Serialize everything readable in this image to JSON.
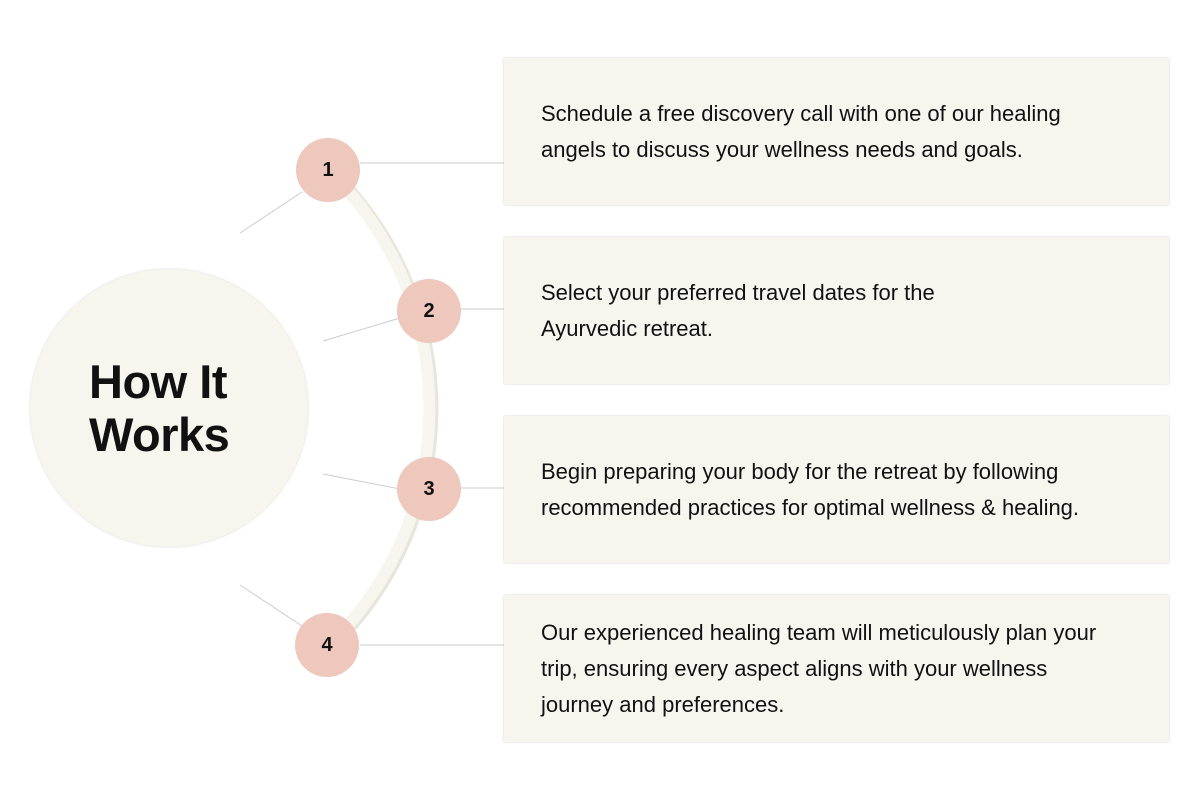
{
  "title": "How It Works",
  "colors": {
    "badge": "#eec7bd",
    "card_bg": "#f6f6ef",
    "arc": "#f6f6ef",
    "connector": "#cccccc"
  },
  "steps": [
    {
      "number": "1",
      "text": "Schedule a free discovery call with one of our healing angels to discuss your wellness needs and goals."
    },
    {
      "number": "2",
      "text": "Select your preferred travel dates for the Ayurvedic retreat."
    },
    {
      "number": "3",
      "text": "Begin preparing your body for the retreat by following recommended practices for optimal wellness & healing."
    },
    {
      "number": "4",
      "text": "Our experienced healing team will meticulously plan your trip, ensuring every aspect aligns with your wellness journey and preferences."
    }
  ]
}
